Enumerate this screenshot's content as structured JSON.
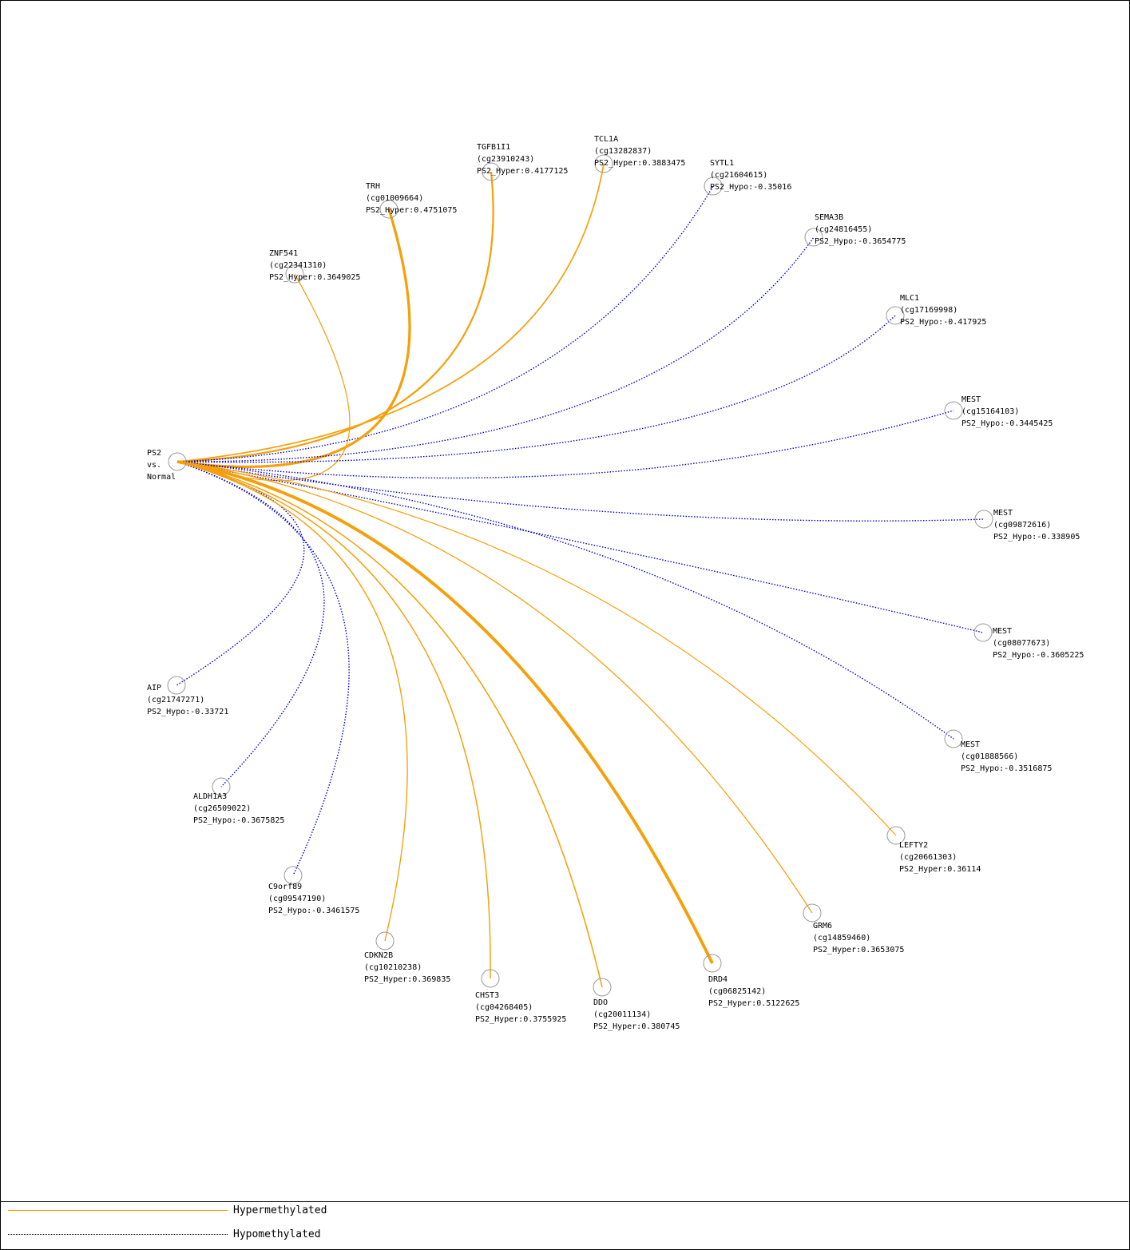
{
  "colors": {
    "hyper": "#f5a00a",
    "hypo": "#0000cc",
    "node": "#9a9a9a",
    "text": "#000000"
  },
  "center": {
    "name": "PS2",
    "lines": [
      "PS2",
      "vs.",
      "Normal"
    ]
  },
  "legend": {
    "hyper_label": "Hypermethylated",
    "hypo_label": "Hypomethylated"
  },
  "nodes": [
    {
      "gene": "TGFB1I1",
      "probe": "(cg23910243)",
      "value": "PS2_Hyper:0.4177125",
      "type": "hyper"
    },
    {
      "gene": "TCL1A",
      "probe": "(cg13282837)",
      "value": "PS2_Hyper:0.3883475",
      "type": "hyper"
    },
    {
      "gene": "SYTL1",
      "probe": "(cg21604615)",
      "value": "PS2_Hypo:-0.35016",
      "type": "hypo"
    },
    {
      "gene": "TRH",
      "probe": "(cg01009664)",
      "value": "PS2_Hyper:0.4751075",
      "type": "hyper"
    },
    {
      "gene": "SEMA3B",
      "probe": "(cg24816455)",
      "value": "PS2_Hypo:-0.3654775",
      "type": "hypo"
    },
    {
      "gene": "ZNF541",
      "probe": "(cg22341310)",
      "value": "PS2_Hyper:0.3649025",
      "type": "hyper"
    },
    {
      "gene": "MLC1",
      "probe": "(cg17169998)",
      "value": "PS2_Hypo:-0.417925",
      "type": "hypo"
    },
    {
      "gene": "MEST",
      "probe": "(cg15164103)",
      "value": "PS2_Hypo:-0.3445425",
      "type": "hypo"
    },
    {
      "gene": "MEST",
      "probe": "(cg09872616)",
      "value": "PS2_Hypo:-0.338905",
      "type": "hypo"
    },
    {
      "gene": "MEST",
      "probe": "(cg08077673)",
      "value": "PS2_Hypo:-0.3605225",
      "type": "hypo"
    },
    {
      "gene": "AIP",
      "probe": "(cg21747271)",
      "value": "PS2_Hypo:-0.33721",
      "type": "hypo"
    },
    {
      "gene": "MEST",
      "probe": "(cg01888566)",
      "value": "PS2_Hypo:-0.3516875",
      "type": "hypo"
    },
    {
      "gene": "ALDH1A3",
      "probe": "(cg26509022)",
      "value": "PS2_Hypo:-0.3675825",
      "type": "hypo"
    },
    {
      "gene": "LEFTY2",
      "probe": "(cg20661303)",
      "value": "PS2_Hyper:0.36114",
      "type": "hyper"
    },
    {
      "gene": "C9orf89",
      "probe": "(cg09547190)",
      "value": "PS2_Hypo:-0.3461575",
      "type": "hypo"
    },
    {
      "gene": "GRM6",
      "probe": "(cg14859460)",
      "value": "PS2_Hyper:0.3653075",
      "type": "hyper"
    },
    {
      "gene": "CDKN2B",
      "probe": "(cg10210238)",
      "value": "PS2_Hyper:0.369835",
      "type": "hyper"
    },
    {
      "gene": "DRD4",
      "probe": "(cg06825142)",
      "value": "PS2_Hyper:0.5122625",
      "type": "hyper"
    },
    {
      "gene": "CHST3",
      "probe": "(cg04268405)",
      "value": "PS2_Hyper:0.3755925",
      "type": "hyper"
    },
    {
      "gene": "DDO",
      "probe": "(cg20011134)",
      "value": "PS2_Hyper:0.380745",
      "type": "hyper"
    }
  ]
}
